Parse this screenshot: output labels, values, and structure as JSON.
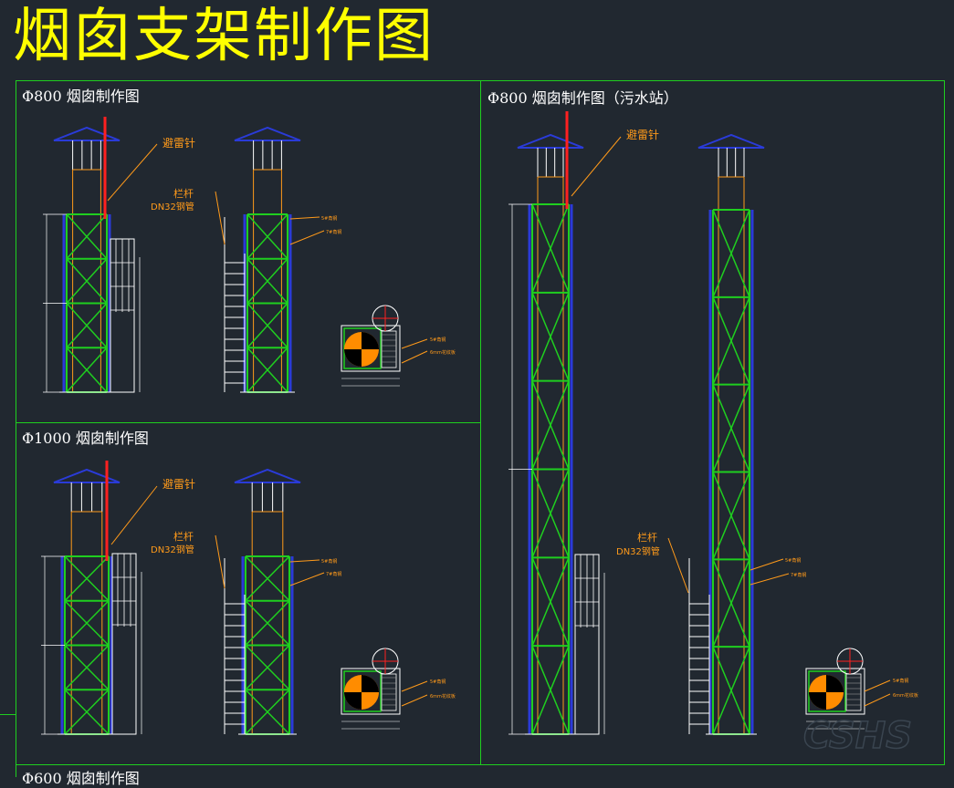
{
  "title": "烟囱支架制作图",
  "panels": {
    "p800": {
      "title": "Φ800  烟囱制作图"
    },
    "p1000": {
      "title": "Φ1000  烟囱制作图"
    },
    "p600": {
      "title": "Φ600  烟囱制作图"
    },
    "p800s": {
      "title": "Φ800  烟囱制作图（污水站）"
    }
  },
  "labels": {
    "lightning_rod": "避雷针",
    "railing": "栏杆",
    "dn32": "DN32钢管",
    "angle5": "5#角钢",
    "angle7": "7#角钢",
    "plate": "6mm花纹板"
  },
  "colors": {
    "background": "#212830",
    "frame": "#1fcf1f",
    "title": "#ffff00",
    "annotation": "#ff9a1a",
    "lightning_rod": "#ff2020",
    "cap": "#2a3bd8"
  }
}
